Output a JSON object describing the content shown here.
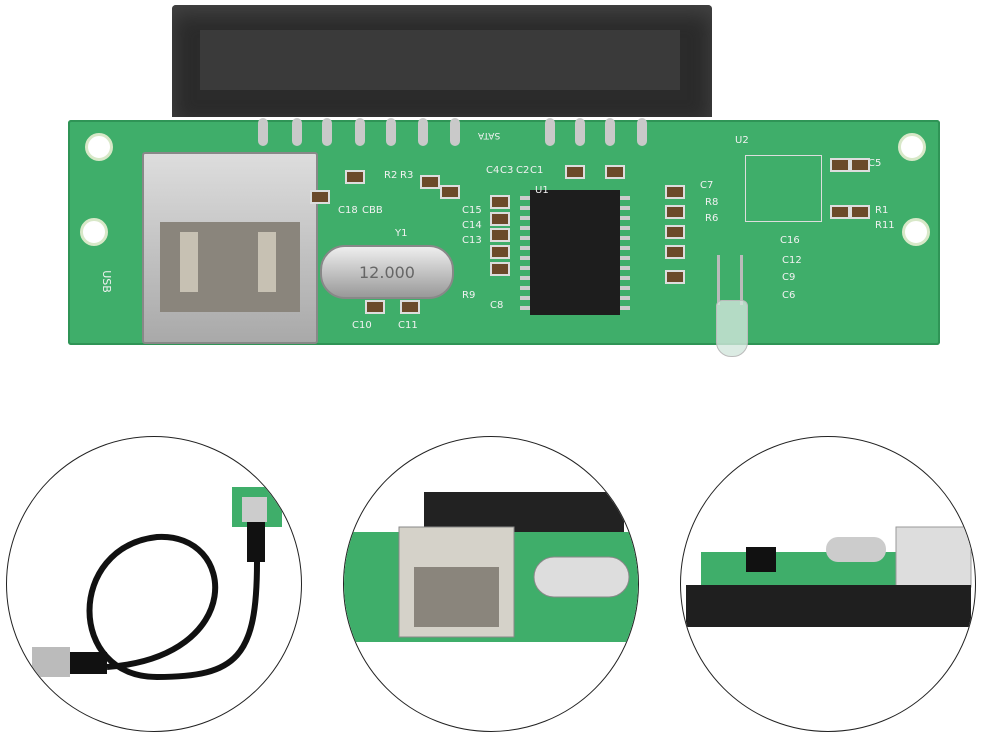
{
  "board": {
    "crystal_label": "12.000",
    "usb_label": "USB",
    "sata_label": "SATA",
    "silkscreen": [
      "C18",
      "CBB",
      "R2",
      "R3",
      "C4",
      "C3",
      "C2",
      "C1",
      "U1",
      "C15",
      "C14",
      "C13",
      "R9",
      "C8",
      "C10",
      "C11",
      "U2",
      "C5",
      "C7",
      "R8",
      "R6",
      "R1",
      "R11",
      "C16",
      "C12",
      "C9",
      "C6",
      "Y1"
    ]
  },
  "insets": [
    {
      "subject": "usb-cable"
    },
    {
      "subject": "usb-port-closeup"
    },
    {
      "subject": "sata-connector-closeup"
    }
  ]
}
